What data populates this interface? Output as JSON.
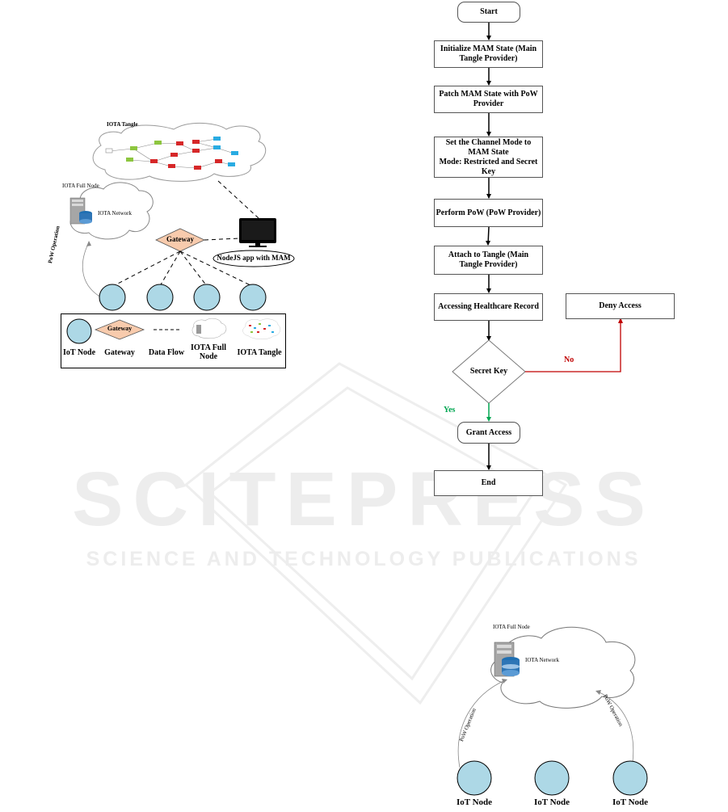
{
  "watermark": {
    "logo": "SCITEPRESS",
    "tagline": "SCIENCE AND TECHNOLOGY PUBLICATIONS"
  },
  "figure1": {
    "tangle_title": "IOTA Tangle",
    "full_node_title": "IOTA Full Node",
    "network_label": "IOTA Network",
    "gateway_label": "Gateway",
    "app_label": "NodeJS app with MAM",
    "pow_label": "PoW Operation",
    "legend": {
      "iot_node": "IoT Node",
      "gateway_shape_label": "Gateway",
      "gateway": "Gateway",
      "data_flow": "Data Flow",
      "full_node": "IOTA Full\nNode",
      "tangle": "IOTA Tangle"
    }
  },
  "flowchart": {
    "start": "Start",
    "steps": [
      "Initialize MAM State (Main\nTangle Provider)",
      "Patch MAM State with PoW\nProvider",
      "Set the Channel Mode to\nMAM State\nMode: Restricted and Secret\nKey",
      "Perform PoW (PoW Provider)",
      "Attach to Tangle (Main\nTangle Provider)",
      "Accessing Healthcare Record"
    ],
    "deny": "Deny Access",
    "decision": "Secret Key",
    "no_label": "No",
    "yes_label": "Yes",
    "grant": "Grant Access",
    "end": "End",
    "colors": {
      "no": "#c00000",
      "yes": "#00a651"
    }
  },
  "figure3": {
    "full_node_title": "IOTA Full Node",
    "network_label": "IOTA Network",
    "pow_left": "PoW Operation",
    "pow_right": "PoW Operation",
    "nodes": [
      "IoT Node",
      "IoT Node",
      "IoT Node"
    ]
  }
}
